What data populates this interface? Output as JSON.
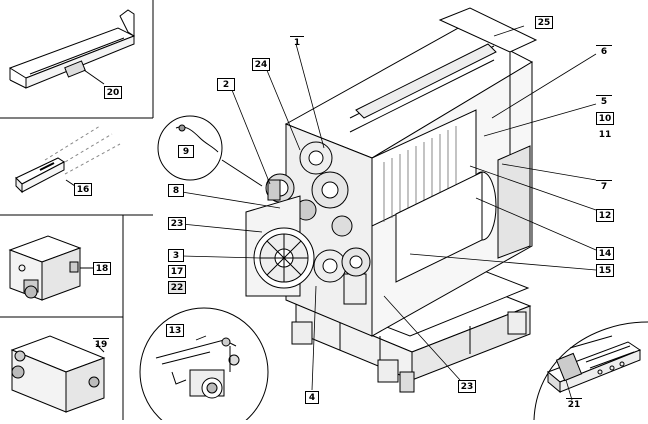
{
  "callouts": {
    "c1": "1",
    "c2": "2",
    "c3": "3",
    "c4": "4",
    "c5": "5",
    "c6": "6",
    "c7": "7",
    "c8": "8",
    "c9": "9",
    "c10": "10",
    "c11": "11",
    "c12": "12",
    "c13": "13",
    "c14": "14",
    "c15": "15",
    "c16": "16",
    "c17": "17",
    "c18": "18",
    "c19": "19",
    "c20": "20",
    "c21": "21",
    "c22": "22",
    "c23a": "23",
    "c23b": "23",
    "c24": "24",
    "c25": "25"
  },
  "colors": {
    "line": "#000000",
    "callout_bg": "#ffffff",
    "shade": "#e8e8e8"
  }
}
